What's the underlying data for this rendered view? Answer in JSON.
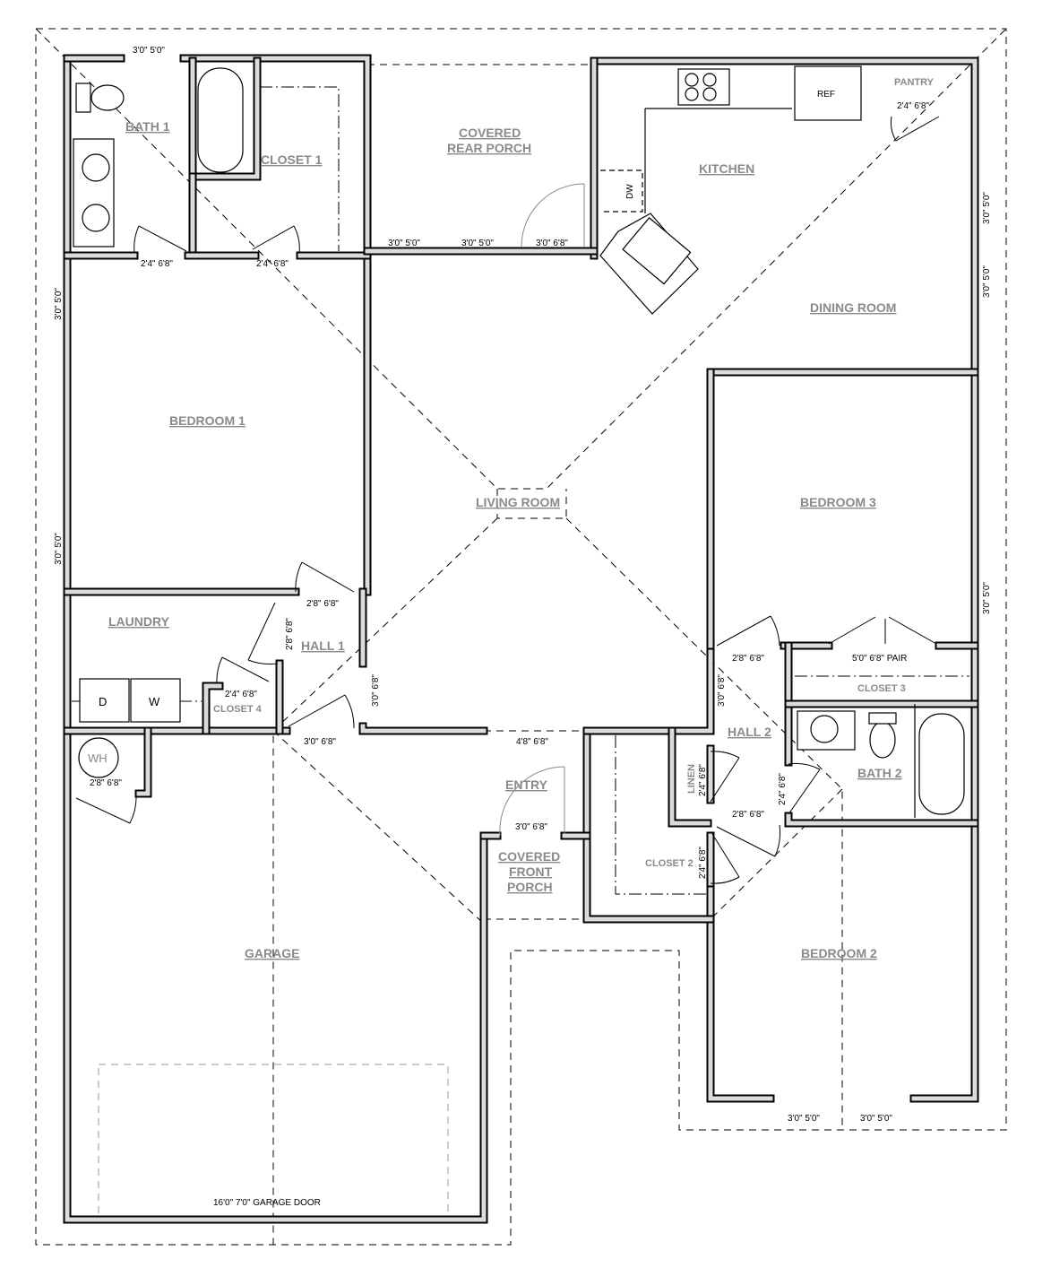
{
  "rooms": {
    "bath1": "BATH 1",
    "closet1": "CLOSET 1",
    "covered_rear_porch": [
      "COVERED",
      "REAR PORCH"
    ],
    "kitchen": "KITCHEN",
    "pantry": "PANTRY",
    "dining_room": "DINING ROOM",
    "bedroom1": "BEDROOM 1",
    "living_room": "LIVING ROOM",
    "bedroom3": "BEDROOM 3",
    "laundry": "LAUNDRY",
    "hall1": "HALL 1",
    "closet4": "CLOSET 4",
    "closet3": "CLOSET 3",
    "hall2": "HALL 2",
    "bath2": "BATH 2",
    "linen": "LINEN",
    "entry": "ENTRY",
    "covered_front_porch": [
      "COVERED",
      "FRONT",
      "PORCH"
    ],
    "closet2": "CLOSET 2",
    "garage": "GARAGE",
    "bedroom2": "BEDROOM 2"
  },
  "fixtures": {
    "refrigerator": "REF",
    "dishwasher": "DW",
    "water_heater": "WH",
    "dryer": "D",
    "washer": "W"
  },
  "dimensions": {
    "bath1_window": "3'0\" 5'0\"",
    "bath1_door": "2'4\" 6'8\"",
    "closet1_door": "2'4\" 6'8\"",
    "porch_window_1": "3'0\" 5'0\"",
    "porch_window_2": "3'0\" 5'0\"",
    "rear_door": "3'0\" 6'8\"",
    "pantry_door": "2'4\" 6'8\"",
    "dining_window_1": "3'0\" 5'0\"",
    "dining_window_2": "3'0\" 5'0\"",
    "bedroom1_window_1": "3'0\" 5'0\"",
    "bedroom1_window_2": "3'0\" 5'0\"",
    "bedroom1_door": "2'8\" 6'8\"",
    "laundry_door": "2'8\" 6'8\"",
    "closet4_door": "2'4\" 6'8\"",
    "hall1_opening": "3'0\" 6'8\"",
    "garage_door_house": "3'0\" 6'8\"",
    "wh_door": "2'8\" 6'8\"",
    "bedroom3_window": "3'0\" 5'0\"",
    "bedroom3_door": "2'8\" 6'8\"",
    "closet3_door": "5'0\" 6'8\" PAIR",
    "hall2_opening": "3'0\" 6'8\"",
    "entry_opening": "4'8\" 6'8\"",
    "front_door": "3'0\" 6'8\"",
    "linen_door": "2'4\" 6'8\"",
    "bath2_door": "2'4\" 6'8\"",
    "bedroom2_door": "2'8\" 6'8\"",
    "closet2_door": "2'4\" 6'8\"",
    "bedroom2_window_1": "3'0\" 5'0\"",
    "bedroom2_window_2": "3'0\" 5'0\"",
    "garage_door": "16'0\" 7'0\" GARAGE DOOR"
  },
  "colors": {
    "wall_fill": "#dcdcdc",
    "wall_outline": "#000000",
    "room_label": "#8a8a8a"
  }
}
